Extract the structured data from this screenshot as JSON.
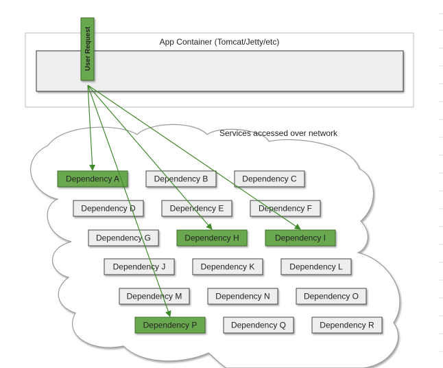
{
  "container": {
    "title": "App Container (Tomcat/Jetty/etc)"
  },
  "request": {
    "label": "User Request",
    "color": "#6aa84f"
  },
  "network": {
    "caption": "Services accessed over network"
  },
  "colors": {
    "active_fill": "#6aa84f",
    "active_stroke": "#3b6e2a",
    "arrow": "#3e8a2a",
    "box_fill": "#eeeeee",
    "cloud_fill": "#ffffff",
    "cloud_stroke": "#9a9a9a"
  },
  "dependencies": [
    {
      "label": "Dependency A",
      "active": true
    },
    {
      "label": "Dependency B",
      "active": false
    },
    {
      "label": "Dependency C",
      "active": false
    },
    {
      "label": "Dependency D",
      "active": false
    },
    {
      "label": "Dependency E",
      "active": false
    },
    {
      "label": "Dependency F",
      "active": false
    },
    {
      "label": "Dependency G",
      "active": false
    },
    {
      "label": "Dependency H",
      "active": true
    },
    {
      "label": "Dependency I",
      "active": true
    },
    {
      "label": "Dependency J",
      "active": false
    },
    {
      "label": "Dependency K",
      "active": false
    },
    {
      "label": "Dependency L",
      "active": false
    },
    {
      "label": "Dependency M",
      "active": false
    },
    {
      "label": "Dependency N",
      "active": false
    },
    {
      "label": "Dependency O",
      "active": false
    },
    {
      "label": "Dependency P",
      "active": true
    },
    {
      "label": "Dependency Q",
      "active": false
    },
    {
      "label": "Dependency R",
      "active": false
    }
  ]
}
